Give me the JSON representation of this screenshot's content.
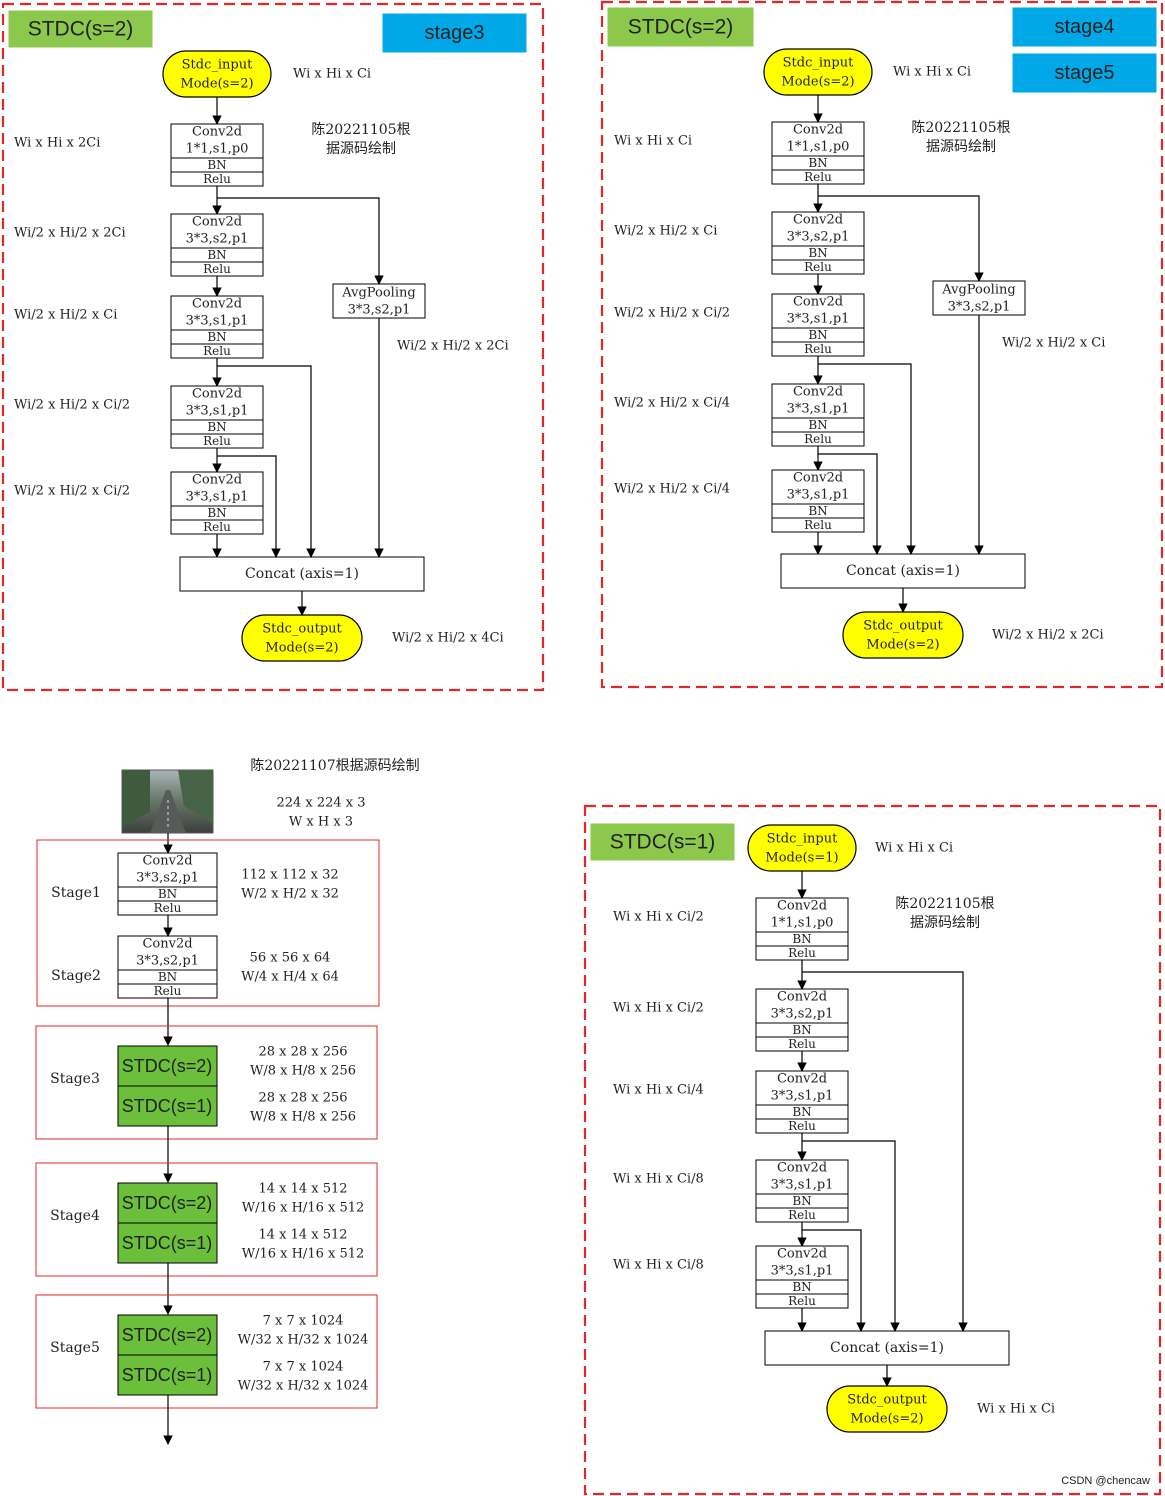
{
  "panels": {
    "stage3": {
      "badge": "STDC(s=2)",
      "stage_tags": [
        "stage3"
      ],
      "input_label": [
        "Stdc_input",
        "Mode(s=2)"
      ],
      "input_dims": "Wi x Hi x Ci",
      "author_note": [
        "陈20221105根",
        "据源码绘制"
      ],
      "blocks": [
        {
          "lines": [
            "Conv2d",
            "1*1,s1,p0",
            "BN",
            "Relu"
          ],
          "dims": "Wi x Hi x 2Ci"
        },
        {
          "lines": [
            "Conv2d",
            "3*3,s2,p1",
            "BN",
            "Relu"
          ],
          "dims": "Wi/2 x Hi/2 x 2Ci"
        },
        {
          "lines": [
            "Conv2d",
            "3*3,s1,p1",
            "BN",
            "Relu"
          ],
          "dims": "Wi/2 x Hi/2 x Ci"
        },
        {
          "lines": [
            "Conv2d",
            "3*3,s1,p1",
            "BN",
            "Relu"
          ],
          "dims": "Wi/2 x Hi/2 x Ci/2"
        },
        {
          "lines": [
            "Conv2d",
            "3*3,s1,p1",
            "BN",
            "Relu"
          ],
          "dims": "Wi/2 x Hi/2 x Ci/2"
        }
      ],
      "pool": [
        "AvgPooling",
        "3*3,s2,p1"
      ],
      "pool_dims": "Wi/2 x Hi/2 x 2Ci",
      "concat": "Concat   (axis=1)",
      "output_label": [
        "Stdc_output",
        "Mode(s=2)"
      ],
      "output_dims": "Wi/2 x Hi/2 x 4Ci"
    },
    "stage45": {
      "badge": "STDC(s=2)",
      "stage_tags": [
        "stage4",
        "stage5"
      ],
      "input_label": [
        "Stdc_input",
        "Mode(s=2)"
      ],
      "input_dims": "Wi x Hi x Ci",
      "author_note": [
        "陈20221105根",
        "据源码绘制"
      ],
      "blocks": [
        {
          "lines": [
            "Conv2d",
            "1*1,s1,p0",
            "BN",
            "Relu"
          ],
          "dims": "Wi x Hi x Ci"
        },
        {
          "lines": [
            "Conv2d",
            "3*3,s2,p1",
            "BN",
            "Relu"
          ],
          "dims": "Wi/2 x Hi/2 x Ci"
        },
        {
          "lines": [
            "Conv2d",
            "3*3,s1,p1",
            "BN",
            "Relu"
          ],
          "dims": "Wi/2 x Hi/2 x Ci/2"
        },
        {
          "lines": [
            "Conv2d",
            "3*3,s1,p1",
            "BN",
            "Relu"
          ],
          "dims": "Wi/2 x Hi/2 x Ci/4"
        },
        {
          "lines": [
            "Conv2d",
            "3*3,s1,p1",
            "BN",
            "Relu"
          ],
          "dims": "Wi/2 x Hi/2 x Ci/4"
        }
      ],
      "pool": [
        "AvgPooling",
        "3*3,s2,p1"
      ],
      "pool_dims": "Wi/2 x Hi/2 x Ci",
      "concat": "Concat   (axis=1)",
      "output_label": [
        "Stdc_output",
        "Mode(s=2)"
      ],
      "output_dims": "Wi/2 x Hi/2 x 2Ci"
    },
    "stride1": {
      "badge": "STDC(s=1)",
      "input_label": [
        "Stdc_input",
        "Mode(s=1)"
      ],
      "input_dims": "Wi x Hi x Ci",
      "author_note": [
        "陈20221105根",
        "据源码绘制"
      ],
      "blocks": [
        {
          "lines": [
            "Conv2d",
            "1*1,s1,p0",
            "BN",
            "Relu"
          ],
          "dims": "Wi x Hi x Ci/2"
        },
        {
          "lines": [
            "Conv2d",
            "3*3,s2,p1",
            "BN",
            "Relu"
          ],
          "dims": "Wi x Hi x Ci/2"
        },
        {
          "lines": [
            "Conv2d",
            "3*3,s1,p1",
            "BN",
            "Relu"
          ],
          "dims": "Wi x Hi x Ci/4"
        },
        {
          "lines": [
            "Conv2d",
            "3*3,s1,p1",
            "BN",
            "Relu"
          ],
          "dims": "Wi x Hi x Ci/8"
        },
        {
          "lines": [
            "Conv2d",
            "3*3,s1,p1",
            "BN",
            "Relu"
          ],
          "dims": "Wi x Hi x Ci/8"
        }
      ],
      "concat": "Concat   (axis=1)",
      "output_label": [
        "Stdc_output",
        "Mode(s=2)"
      ],
      "output_dims": "Wi x Hi x Ci"
    },
    "overview": {
      "title": "陈20221107根据源码绘制",
      "input_dims": [
        "224 x 224 x 3",
        "W x H x 3"
      ],
      "stem_stages": [
        {
          "name": "Stage1",
          "lines": [
            "Conv2d",
            "3*3,s2,p1",
            "BN",
            "Relu"
          ],
          "dims": [
            "112 x 112 x 32",
            "W/2 x H/2 x 32"
          ]
        },
        {
          "name": "Stage2",
          "lines": [
            "Conv2d",
            "3*3,s2,p1",
            "BN",
            "Relu"
          ],
          "dims": [
            "56 x 56 x 64",
            "W/4 x H/4 x 64"
          ]
        }
      ],
      "stdc_stages": [
        {
          "name": "Stage3",
          "blocks": [
            "STDC(s=2)",
            "STDC(s=1)"
          ],
          "dims": [
            "28 x 28 x 256",
            "W/8 x H/8 x 256",
            "28 x 28 x 256",
            "W/8 x H/8 x 256"
          ]
        },
        {
          "name": "Stage4",
          "blocks": [
            "STDC(s=2)",
            "STDC(s=1)"
          ],
          "dims": [
            "14 x 14 x 512",
            "W/16 x H/16 x 512",
            "14 x 14 x 512",
            "W/16 x H/16 x 512"
          ]
        },
        {
          "name": "Stage5",
          "blocks": [
            "STDC(s=2)",
            "STDC(s=1)"
          ],
          "dims": [
            "7 x 7 x 1024",
            "W/32 x H/32 x 1024",
            "7 x 7 x 1024",
            "W/32 x H/32 x 1024"
          ]
        }
      ]
    }
  },
  "watermark": "CSDN @chencaw",
  "colors": {
    "dashed_border": "#e0282a",
    "green_badge": "#8cc84b",
    "blue_tag": "#00a8e8",
    "yellow_terminal": "#ffff00",
    "stage_label": "#e0282a",
    "stdc_block": "#6cbf3a"
  }
}
